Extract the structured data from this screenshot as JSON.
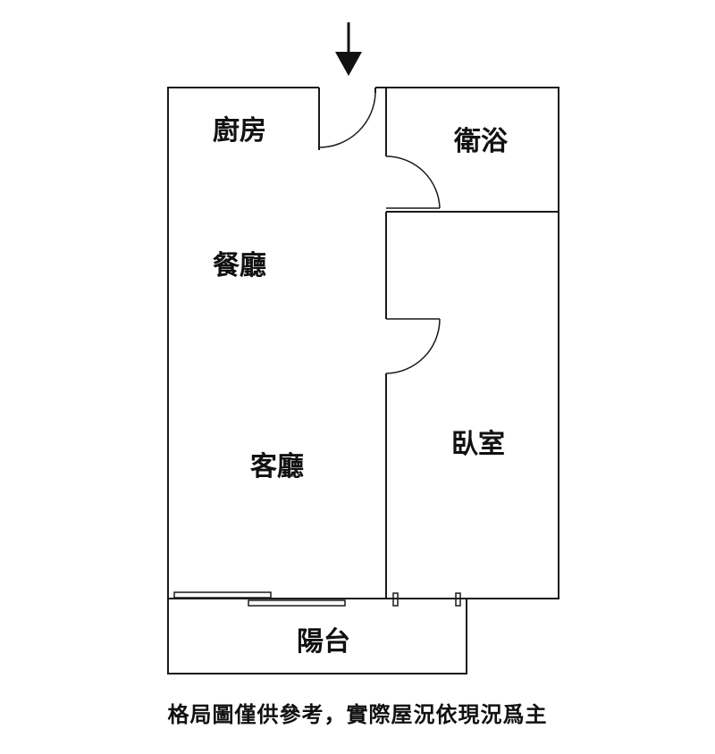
{
  "rooms": {
    "kitchen": "廚房",
    "bathroom": "衛浴",
    "dining": "餐廳",
    "living": "客廳",
    "bedroom": "臥室",
    "balcony": "陽台"
  },
  "entrance_icon": "arrow-down-icon",
  "caption": "格局圖僅供參考，實際屋況依現況爲主",
  "colors": {
    "line": "#1a1a1a",
    "text": "#111111",
    "background": "#ffffff"
  }
}
